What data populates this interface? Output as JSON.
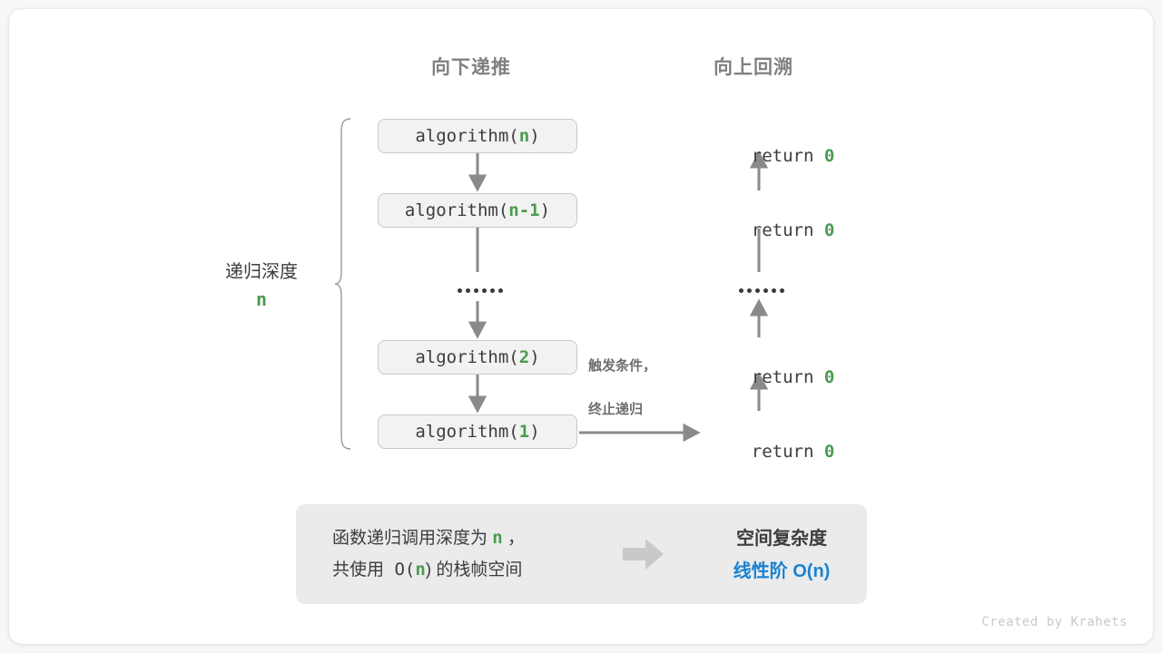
{
  "columns": {
    "down_title": "向下递推",
    "up_title": "向上回溯"
  },
  "depth": {
    "label": "递归深度",
    "value": "n"
  },
  "calls": [
    {
      "prefix": "algorithm(",
      "arg": "n",
      "suffix": ")"
    },
    {
      "prefix": "algorithm(",
      "arg": "n-1",
      "suffix": ")"
    },
    {
      "ellipsis": "······"
    },
    {
      "prefix": "algorithm(",
      "arg": "2",
      "suffix": ")"
    },
    {
      "prefix": "algorithm(",
      "arg": "1",
      "suffix": ")"
    }
  ],
  "returns": [
    {
      "text": "return ",
      "value": "0"
    },
    {
      "text": "return ",
      "value": "0"
    },
    {
      "ellipsis": "······"
    },
    {
      "text": "return ",
      "value": "0"
    },
    {
      "text": "return ",
      "value": "0"
    }
  ],
  "note": {
    "line1": "触发条件，",
    "line2": "终止递归"
  },
  "summary": {
    "line1_a": "函数递归调用深度为 ",
    "line1_n": "n",
    "line1_b": " ，",
    "line2_a": "共使用 O(",
    "line2_n": "n",
    "line2_b": ") 的栈帧空间",
    "result_title": "空间复杂度",
    "result_value": "线性阶 O(n)"
  },
  "credit": "Created by Krahets",
  "colors": {
    "accent_green": "#4b9b4f",
    "accent_blue": "#1a82d2",
    "box_fill": "#f2f2f2",
    "box_border": "#c9c9c9",
    "arrow_gray": "#808080",
    "panel_fill": "#ebebeb",
    "text_gray": "#808080",
    "text_dark": "#3c3c3c"
  }
}
